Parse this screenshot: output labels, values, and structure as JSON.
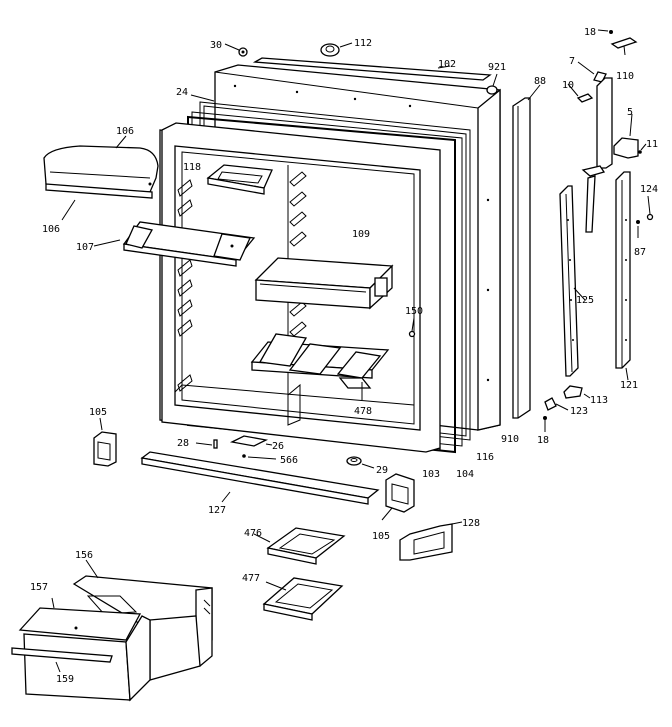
{
  "diagram": {
    "labels": [
      {
        "id": "p18a",
        "text": "18"
      },
      {
        "id": "p30",
        "text": "30"
      },
      {
        "id": "p112",
        "text": "112"
      },
      {
        "id": "p102",
        "text": "102"
      },
      {
        "id": "p921",
        "text": "921"
      },
      {
        "id": "p88",
        "text": "88"
      },
      {
        "id": "p7",
        "text": "7"
      },
      {
        "id": "p110",
        "text": "110"
      },
      {
        "id": "p10",
        "text": "10"
      },
      {
        "id": "p5",
        "text": "5"
      },
      {
        "id": "p11",
        "text": "11"
      },
      {
        "id": "p24",
        "text": "24"
      },
      {
        "id": "p106a",
        "text": "106"
      },
      {
        "id": "p106b",
        "text": "106"
      },
      {
        "id": "p118",
        "text": "118"
      },
      {
        "id": "p107",
        "text": "107"
      },
      {
        "id": "p109",
        "text": "109"
      },
      {
        "id": "p124",
        "text": "124"
      },
      {
        "id": "p87",
        "text": "87"
      },
      {
        "id": "p125",
        "text": "125"
      },
      {
        "id": "p150",
        "text": "150"
      },
      {
        "id": "p121",
        "text": "121"
      },
      {
        "id": "p113",
        "text": "113"
      },
      {
        "id": "p123",
        "text": "123"
      },
      {
        "id": "p18b",
        "text": "18"
      },
      {
        "id": "p478",
        "text": "478"
      },
      {
        "id": "p105a",
        "text": "105"
      },
      {
        "id": "p28",
        "text": "28"
      },
      {
        "id": "p26",
        "text": "26"
      },
      {
        "id": "p566",
        "text": "566"
      },
      {
        "id": "p29",
        "text": "29"
      },
      {
        "id": "p103",
        "text": "103"
      },
      {
        "id": "p104",
        "text": "104"
      },
      {
        "id": "p116",
        "text": "116"
      },
      {
        "id": "p910",
        "text": "910"
      },
      {
        "id": "p127",
        "text": "127"
      },
      {
        "id": "p105b",
        "text": "105"
      },
      {
        "id": "p128",
        "text": "128"
      },
      {
        "id": "p476",
        "text": "476"
      },
      {
        "id": "p477",
        "text": "477"
      },
      {
        "id": "p156",
        "text": "156"
      },
      {
        "id": "p157",
        "text": "157"
      },
      {
        "id": "p159",
        "text": "159"
      }
    ]
  }
}
